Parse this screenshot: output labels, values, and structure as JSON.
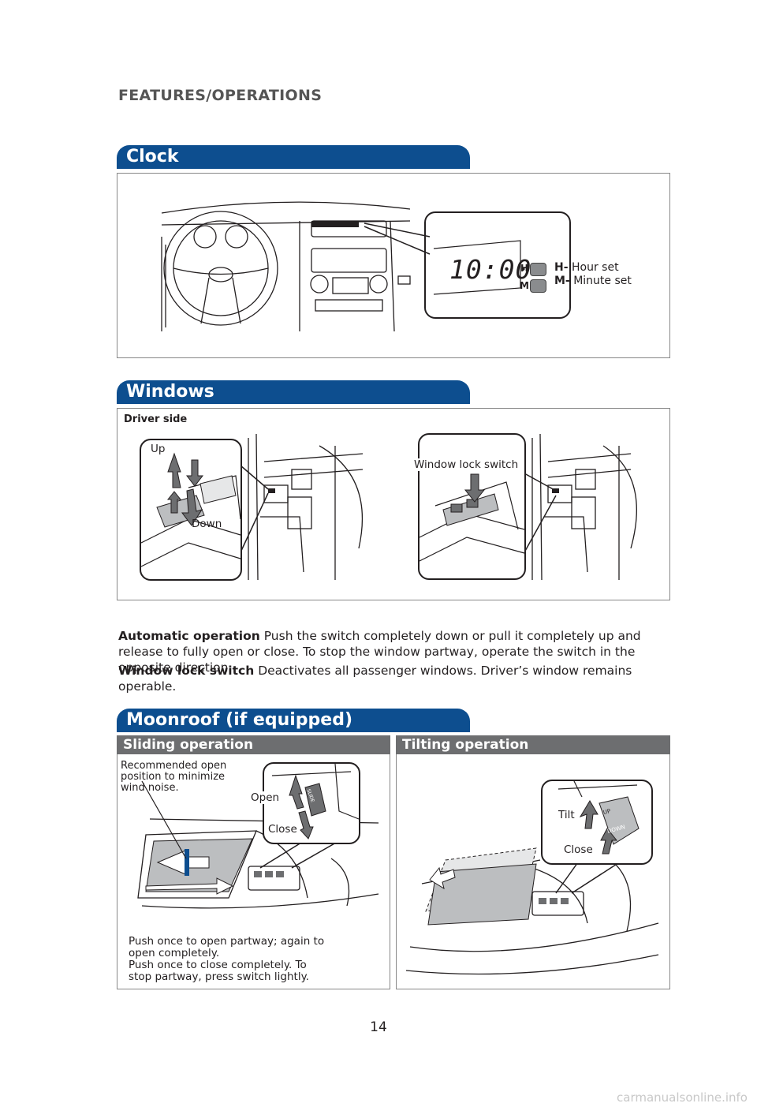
{
  "header": {
    "title": "FEATURES/OPERATIONS"
  },
  "clock": {
    "tab_label": "Clock",
    "display_time": "10:00",
    "h_key": "H",
    "m_key": "M",
    "h_code": "H-",
    "h_text": "Hour set",
    "m_code": "M-",
    "m_text": "Minute set"
  },
  "windows": {
    "tab_label": "Windows",
    "driver_side": "Driver side",
    "up": "Up",
    "down": "Down",
    "lock_switch": "Window lock switch",
    "auto_title": "Automatic operation",
    "auto_text": "Push the switch completely down or pull it completely up and release to fully open or close. To stop the window partway, operate the switch in the opposite direction.",
    "lock_title": "Window lock switch",
    "lock_text": "Deactivates all passenger windows. Driver’s window remains operable."
  },
  "moonroof": {
    "tab_label": "Moonroof (if equipped)",
    "sliding_title": "Sliding operation",
    "tilting_title": "Tilting operation",
    "recommended_line1": "Recommended open",
    "recommended_line2": "position to minimize",
    "recommended_line3": "wind noise.",
    "open": "Open",
    "close": "Close",
    "tilt": "Tilt",
    "close_tilt": "Close",
    "slide_key": "SLIDE",
    "up_key": "UP",
    "down_key": "DOWN",
    "push_line1": "Push once to open partway; again to",
    "push_line2": "open completely.",
    "push_line3": "Push once to close completely. To",
    "push_line4": "stop partway, press switch lightly."
  },
  "page_number": "14",
  "watermark": "carmanualsonline.info"
}
